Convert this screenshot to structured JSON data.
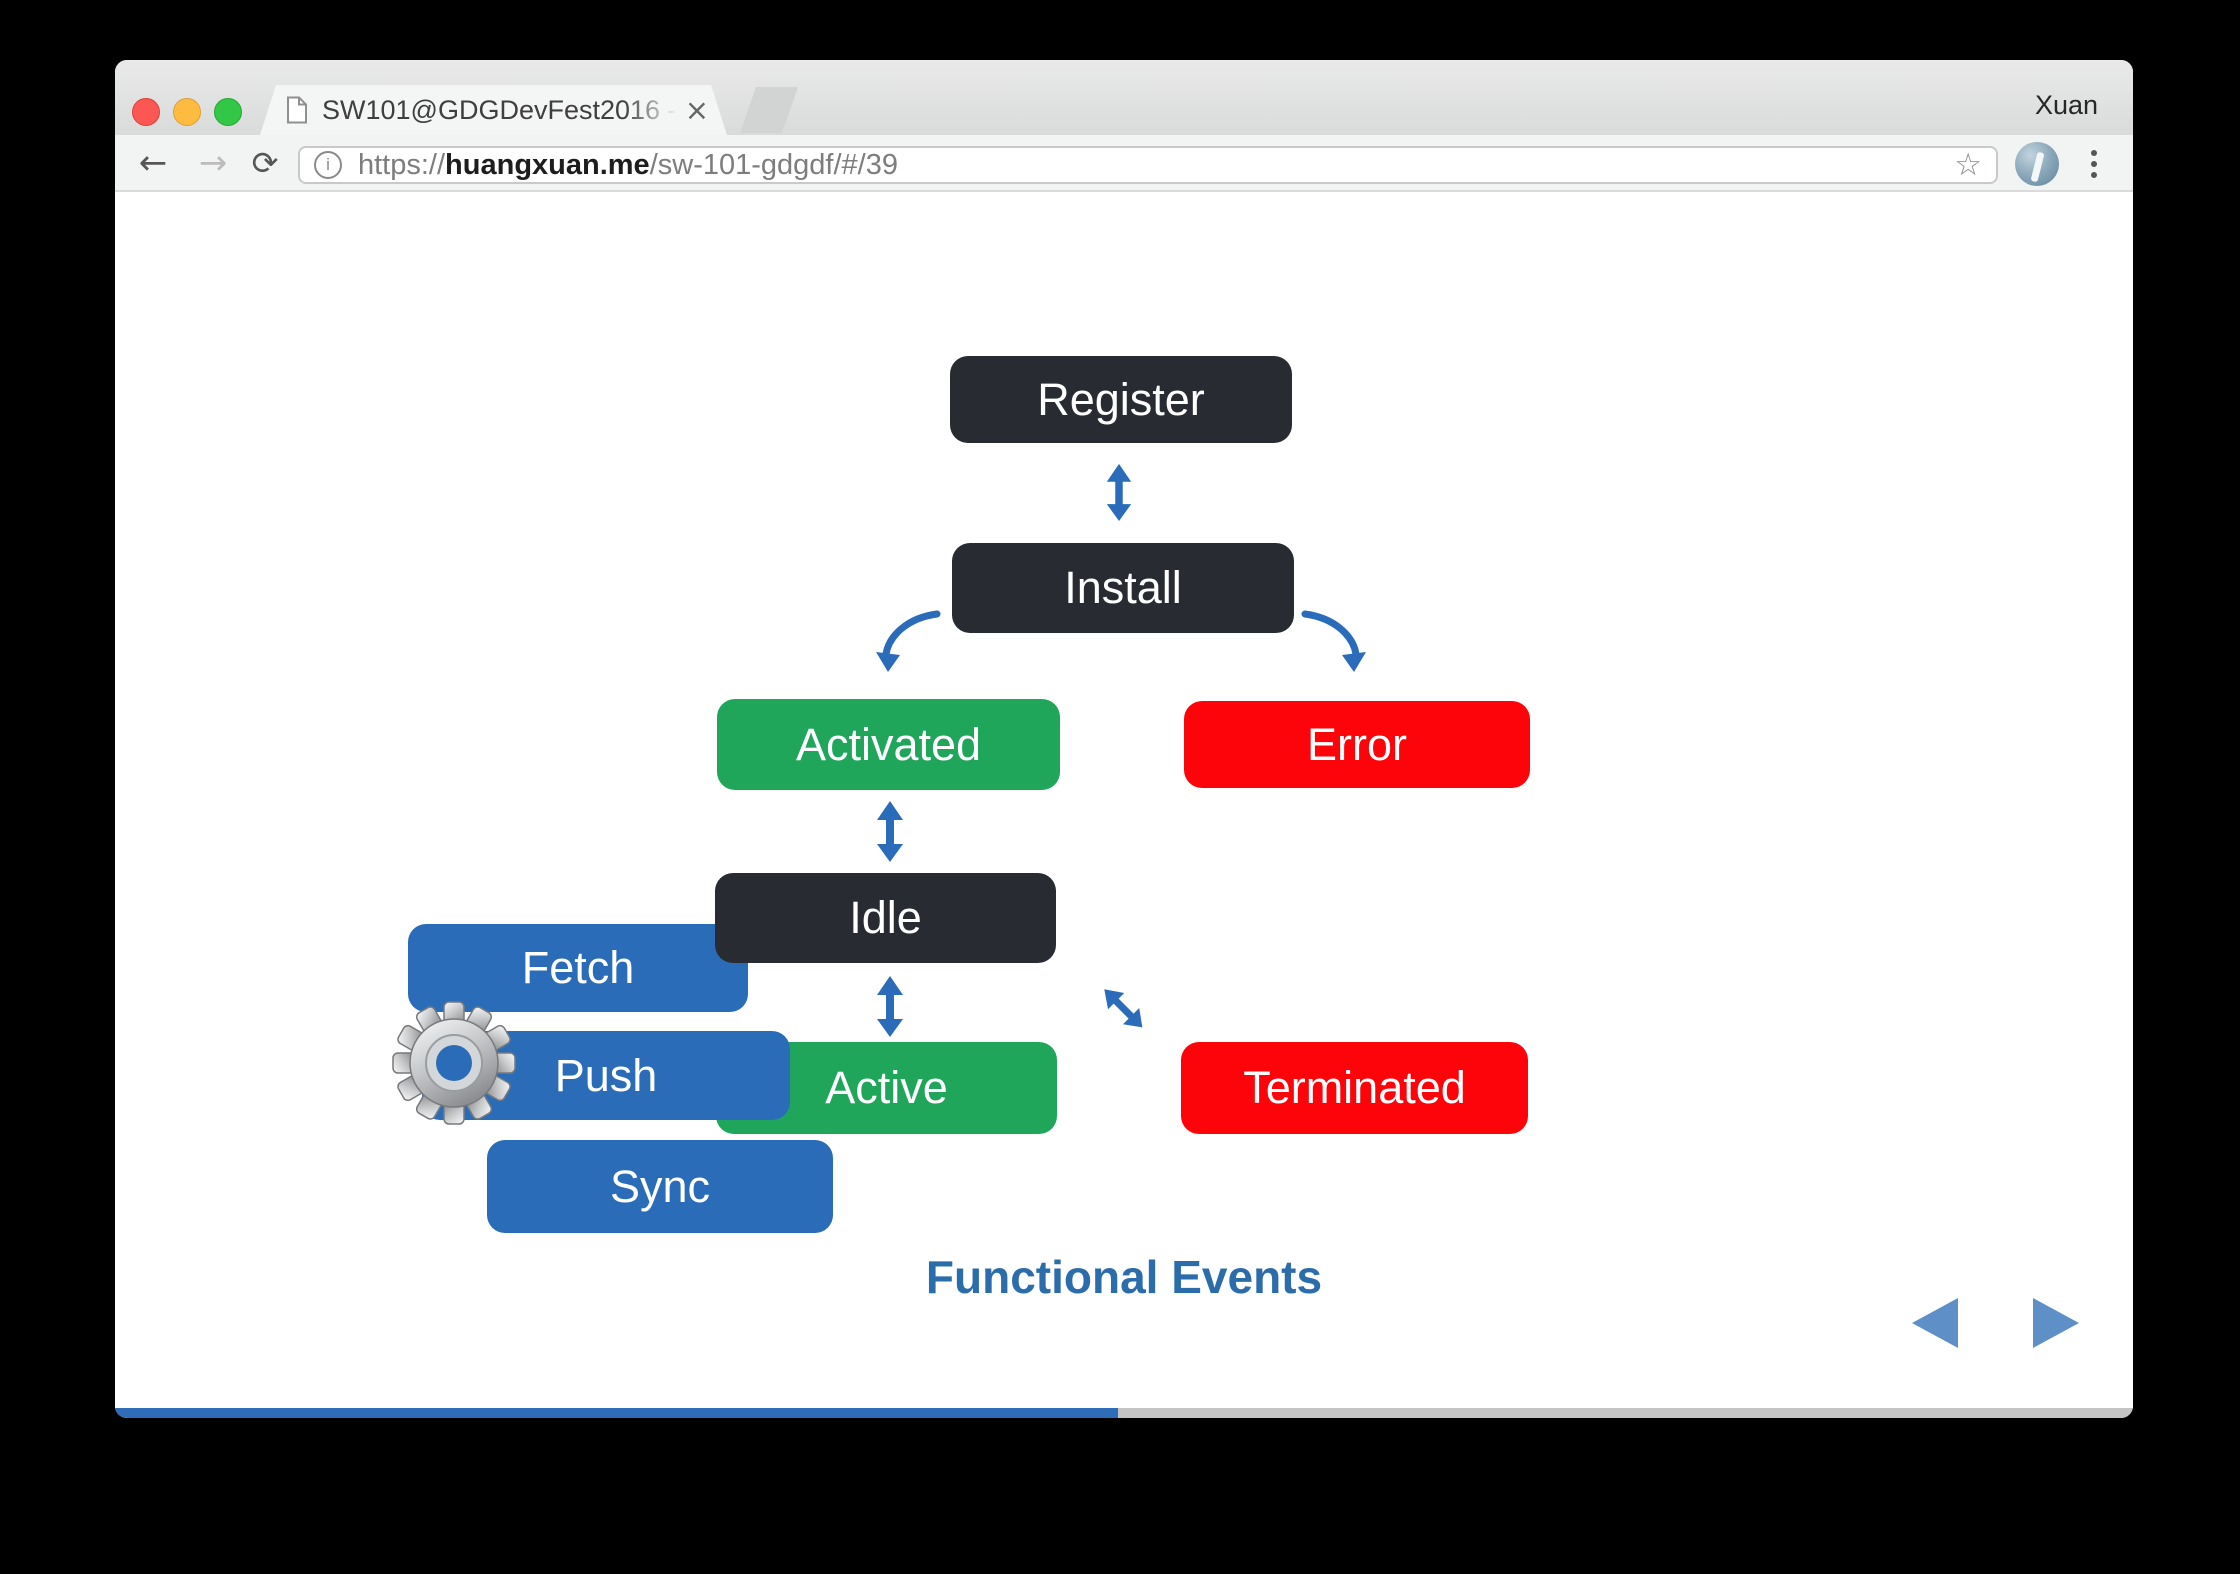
{
  "window": {
    "profile_name": "Xuan"
  },
  "tab": {
    "title": "SW101@GDGDevFest2016 - (",
    "close_glyph": "×"
  },
  "toolbar": {
    "back_glyph": "←",
    "forward_glyph": "→",
    "reload_glyph": "⟳",
    "info_glyph": "i",
    "bookmark_glyph": "☆",
    "url": {
      "scheme": "https://",
      "host": "huangxuan.me",
      "path": "/sw-101-gdgdf/#/39"
    }
  },
  "slide": {
    "nodes": {
      "register": {
        "label": "Register",
        "color": "#282c32"
      },
      "install": {
        "label": "Install",
        "color": "#282c32"
      },
      "activated": {
        "label": "Activated",
        "color": "#1fa65b"
      },
      "error": {
        "label": "Error",
        "color": "#fc040a"
      },
      "idle": {
        "label": "Idle",
        "color": "#282c32"
      },
      "fetch": {
        "label": "Fetch",
        "color": "#2b6cb8"
      },
      "push": {
        "label": "Push",
        "color": "#2b6cb8"
      },
      "active": {
        "label": "Active",
        "color": "#1fa65b"
      },
      "terminated": {
        "label": "Terminated",
        "color": "#fc040a"
      },
      "sync": {
        "label": "Sync",
        "color": "#2b6cb8"
      }
    },
    "caption": "Functional Events",
    "progress_percent": 49.7,
    "colors": {
      "arrow": "#2b6cba",
      "caption_text": "#2b6cab",
      "nav_triangle": "#5e90c7",
      "progress_fill": "#2f6db8",
      "progress_track": "#c4c4c4"
    }
  }
}
